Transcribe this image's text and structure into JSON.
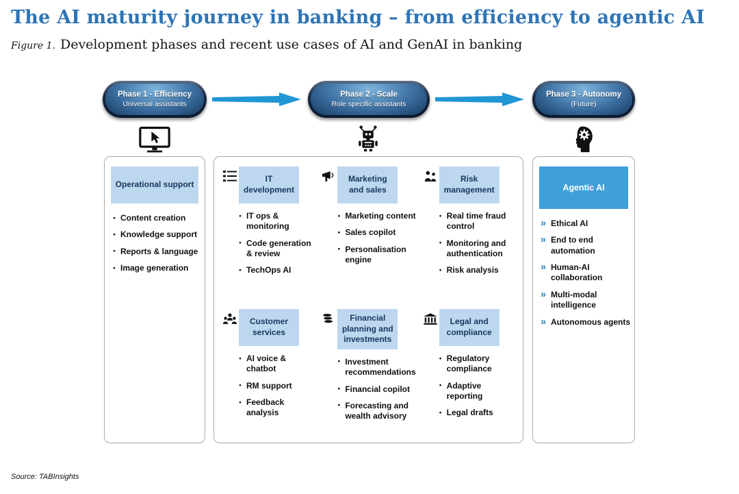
{
  "header": {
    "title": "The AI maturity journey in banking – from efficiency to agentic AI",
    "figure_label": "Figure 1.",
    "figure_caption": "Development phases and recent use cases of AI and GenAI in banking"
  },
  "phases": [
    {
      "title": "Phase 1 - Efficiency",
      "subtitle": "Universal assistants",
      "icon": "monitor-icon"
    },
    {
      "title": "Phase 2 - Scale",
      "subtitle": "Role specific assistants",
      "icon": "robot-icon"
    },
    {
      "title": "Phase 3 - Autonomy",
      "subtitle": "(Future)",
      "icon": "head-gear-icon"
    }
  ],
  "panels": {
    "operational": {
      "header": "Operational support",
      "items": [
        "Content creation",
        "Knowledge support",
        "Reports & language",
        "Image generation"
      ]
    },
    "scale_sections": [
      {
        "header": "IT development",
        "icon": "list-icon",
        "items": [
          "IT ops & monitoring",
          "Code generation & review",
          "TechOps AI"
        ]
      },
      {
        "header": "Marketing and sales",
        "icon": "megaphone-icon",
        "items": [
          "Marketing content",
          "Sales copilot",
          "Personalisation engine"
        ]
      },
      {
        "header": "Risk management",
        "icon": "people-icon",
        "items": [
          "Real time fraud control",
          "Monitoring and authentication",
          "Risk analysis"
        ]
      },
      {
        "header": "Customer services",
        "icon": "customer-group-icon",
        "items": [
          "AI voice & chatbot",
          "RM support",
          "Feedback analysis"
        ]
      },
      {
        "header": "Financial planning and investments",
        "icon": "coins-icon",
        "items": [
          "Investment recommendations",
          "Financial copilot",
          "Forecasting and wealth advisory"
        ]
      },
      {
        "header": "Legal and compliance",
        "icon": "bank-icon",
        "items": [
          "Regulatory compliance",
          "Adaptive reporting",
          "Legal drafts"
        ]
      }
    ],
    "agentic": {
      "header": "Agentic AI",
      "items": [
        "Ethical AI",
        "End to end automation",
        "Human-AI collaboration",
        "Multi-modal intelligence",
        "Autonomous agents"
      ]
    }
  },
  "source": "Source: TABInsights",
  "colors": {
    "title_blue": "#2e74b5",
    "header_box_blue": "#bdd7ee",
    "header_text_navy": "#17365d",
    "agentic_blue": "#3f9fd8",
    "arrow_blue": "#2196d4",
    "pill_dark_navy": "#0b1930"
  }
}
